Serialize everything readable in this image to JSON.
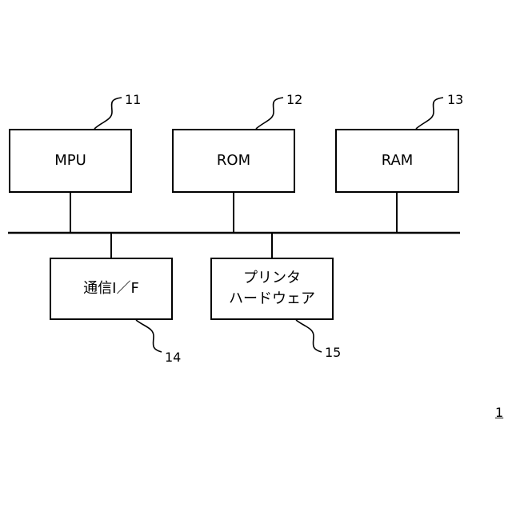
{
  "blocks": {
    "mpu": {
      "label": "MPU",
      "ref": "11"
    },
    "rom": {
      "label": "ROM",
      "ref": "12"
    },
    "ram": {
      "label": "RAM",
      "ref": "13"
    },
    "comm_if": {
      "label": "通信I／F",
      "ref": "14"
    },
    "printer_hw": {
      "line1": "プリンタ",
      "line2": "ハードウェア",
      "ref": "15"
    }
  },
  "figure_label": "1"
}
